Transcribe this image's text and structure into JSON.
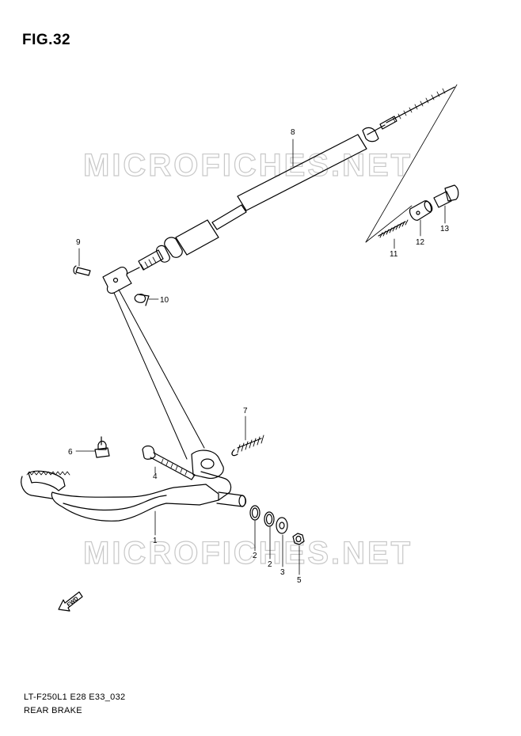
{
  "figure": {
    "title": "FIG.32",
    "model_code": "LT-F250L1 E28 E33_032",
    "section_name": "REAR BRAKE"
  },
  "watermark": "MICROFICHES.NET",
  "fwd_label": "FWD",
  "callouts": {
    "c1": "1",
    "c2a": "2",
    "c2b": "2",
    "c3": "3",
    "c4": "4",
    "c5": "5",
    "c6": "6",
    "c7": "7",
    "c8": "8",
    "c9": "9",
    "c10": "10",
    "c11": "11",
    "c12": "12",
    "c13": "13"
  },
  "colors": {
    "line": "#000000",
    "watermark": "#c8c8c8",
    "background": "#ffffff"
  }
}
